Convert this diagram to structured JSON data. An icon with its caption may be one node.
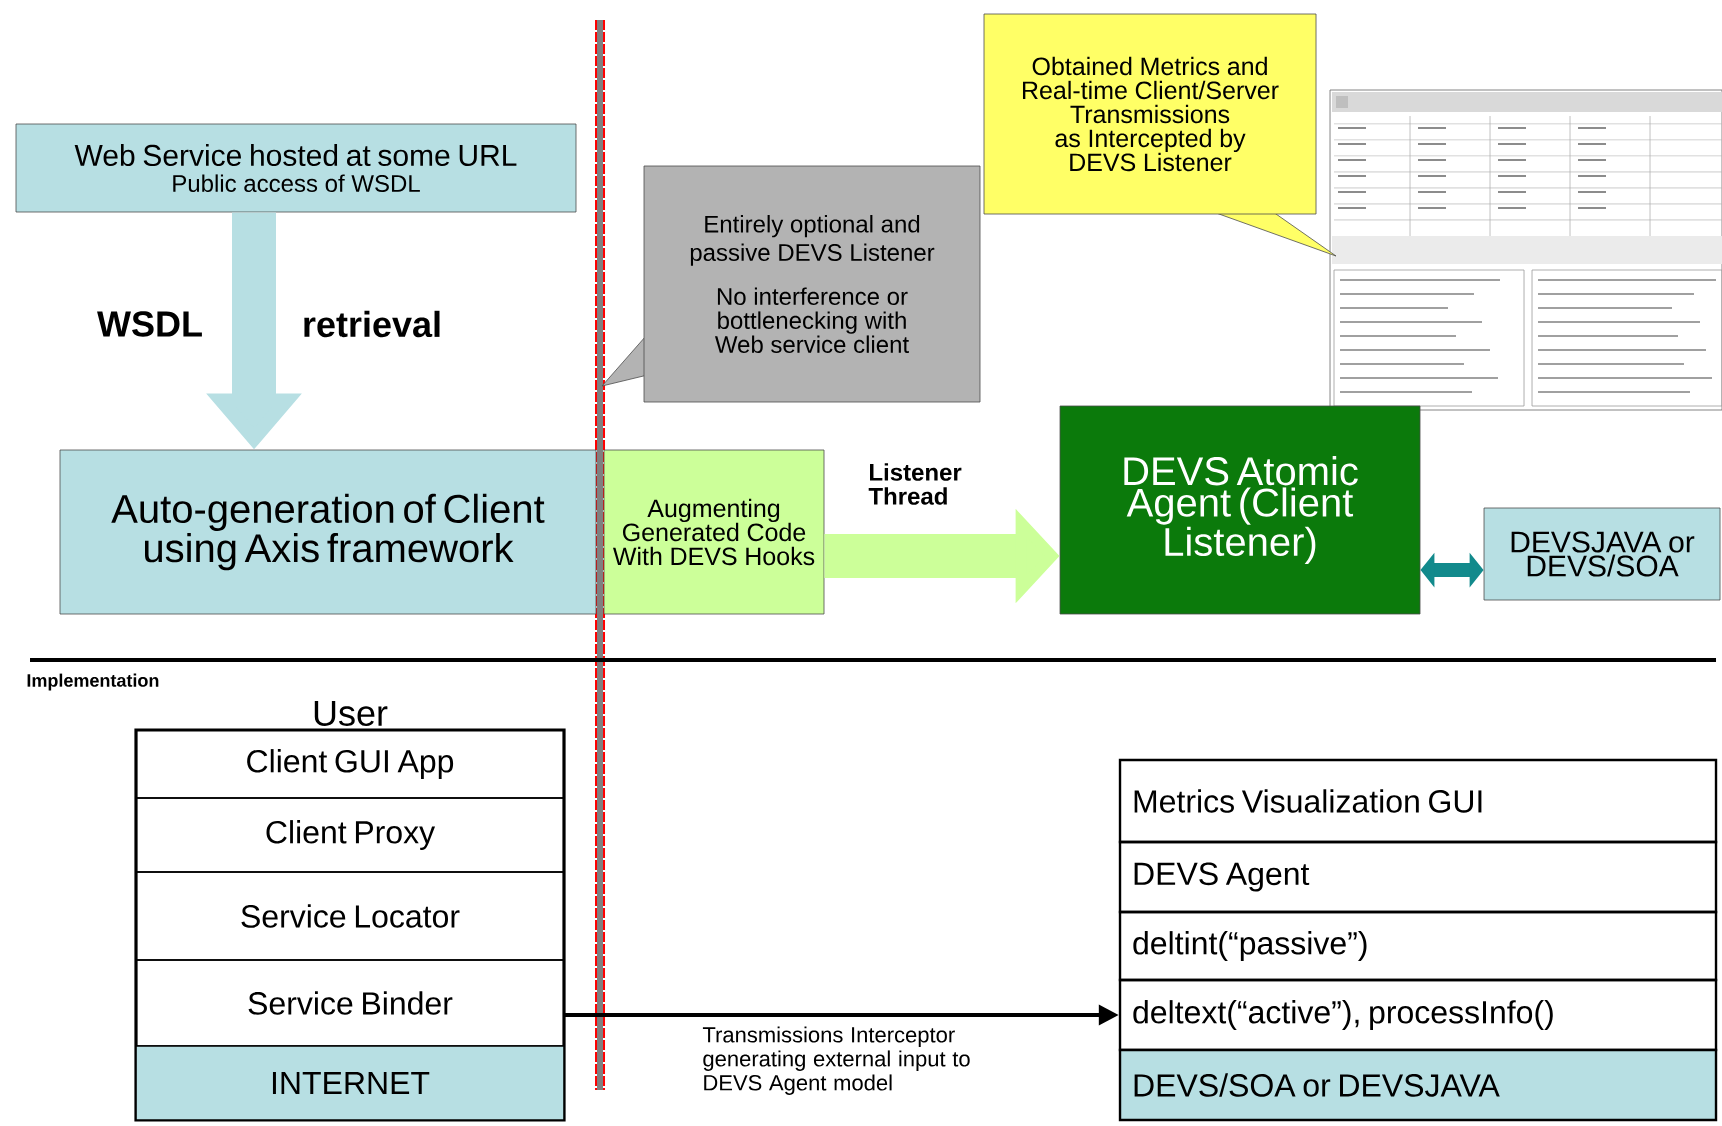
{
  "diagram": {
    "nodes": [
      {
        "text": [
          "Web Service hosted at some URL",
          "Public access of WSDL"
        ]
      },
      {
        "text": [
          "Auto-generation of Client using Axis framework"
        ]
      },
      {
        "text": [
          "Entirely optional and passive DEVS Listener",
          "No interference or bottlenecking with Web service client"
        ]
      },
      {
        "text": [
          "Augmenting Generated Code With DEVS Hooks"
        ]
      },
      {
        "text": [
          "DEVS Atomic Agent (Client Listener)"
        ]
      },
      {
        "text": [
          "DEVSJAVA or DEVS/SOA"
        ]
      },
      {
        "text": [
          "Obtained Metrics and Real-time Client/Server Transmissions as Intercepted by DEVS Listener"
        ]
      },
      {
        "text": [
          "User"
        ]
      },
      {
        "text": [
          "Client GUI App"
        ],
        "in": 7
      },
      {
        "text": [
          "Client Proxy"
        ],
        "in": 7
      },
      {
        "text": [
          "Service Locator"
        ],
        "in": 7
      },
      {
        "text": [
          "Service Binder"
        ],
        "in": 7
      },
      {
        "text": [
          "INTERNET"
        ],
        "in": 7
      },
      {
        "text": [
          "Metrics Visualization GUI"
        ]
      },
      {
        "text": [
          "DEVS Agent"
        ]
      },
      {
        "text": [
          "deltint(“passive”)"
        ]
      },
      {
        "text": [
          "deltext(“active”), processInfo()"
        ]
      },
      {
        "text": [
          "DEVS/SOA or DEVSJAVA"
        ]
      }
    ],
    "edges": [
      {
        "from": 0,
        "to": 1,
        "arrow": "to",
        "style": "thick",
        "color": "#b7dfe3"
      },
      {
        "from": 3,
        "to": 4,
        "arrow": "to",
        "label": "Listener Thread",
        "style": "thick",
        "color": "#ccff99"
      },
      {
        "from": 4,
        "to": 5,
        "arrow": "both",
        "color": "#128a8c"
      },
      {
        "from": 11,
        "to": 16,
        "arrow": "to",
        "label": "Transmissions Interceptor generating external input to DEVS Agent model",
        "color": "#000000"
      }
    ],
    "labels": [
      "WSDL",
      "retrieval",
      "Implementation"
    ]
  }
}
